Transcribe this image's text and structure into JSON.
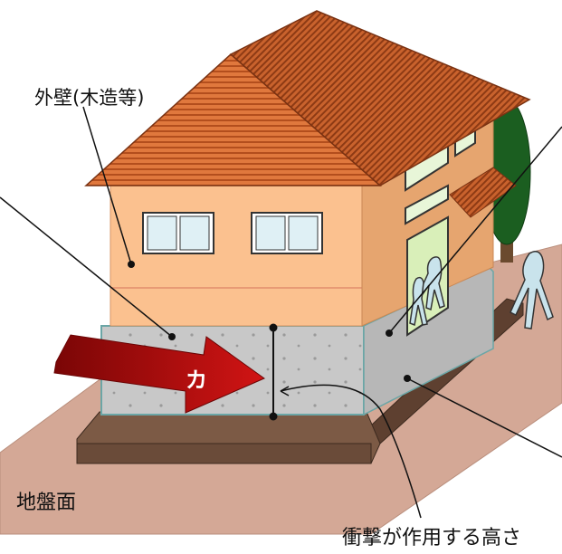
{
  "labels": {
    "exterior_wall": "外壁(木造等)",
    "ground_surface": "地盤面",
    "impact_height": "衝撃が作用する高さ",
    "force": "カ"
  },
  "colors": {
    "ground": "#d4a896",
    "ground_edge": "#b98e7c",
    "plinth": "#7c5a45",
    "plinth_dark": "#5e4030",
    "wall": "#fbc18f",
    "wall_side": "#e6a56f",
    "roof": "#c9622d",
    "roof_stripe": "#8d3a14",
    "concrete": "#c8c8c8",
    "arrow": "#b80e0e",
    "window_glass": "#dff0f5",
    "tree": "#1b5e20",
    "figure": "#c9e3ec"
  }
}
